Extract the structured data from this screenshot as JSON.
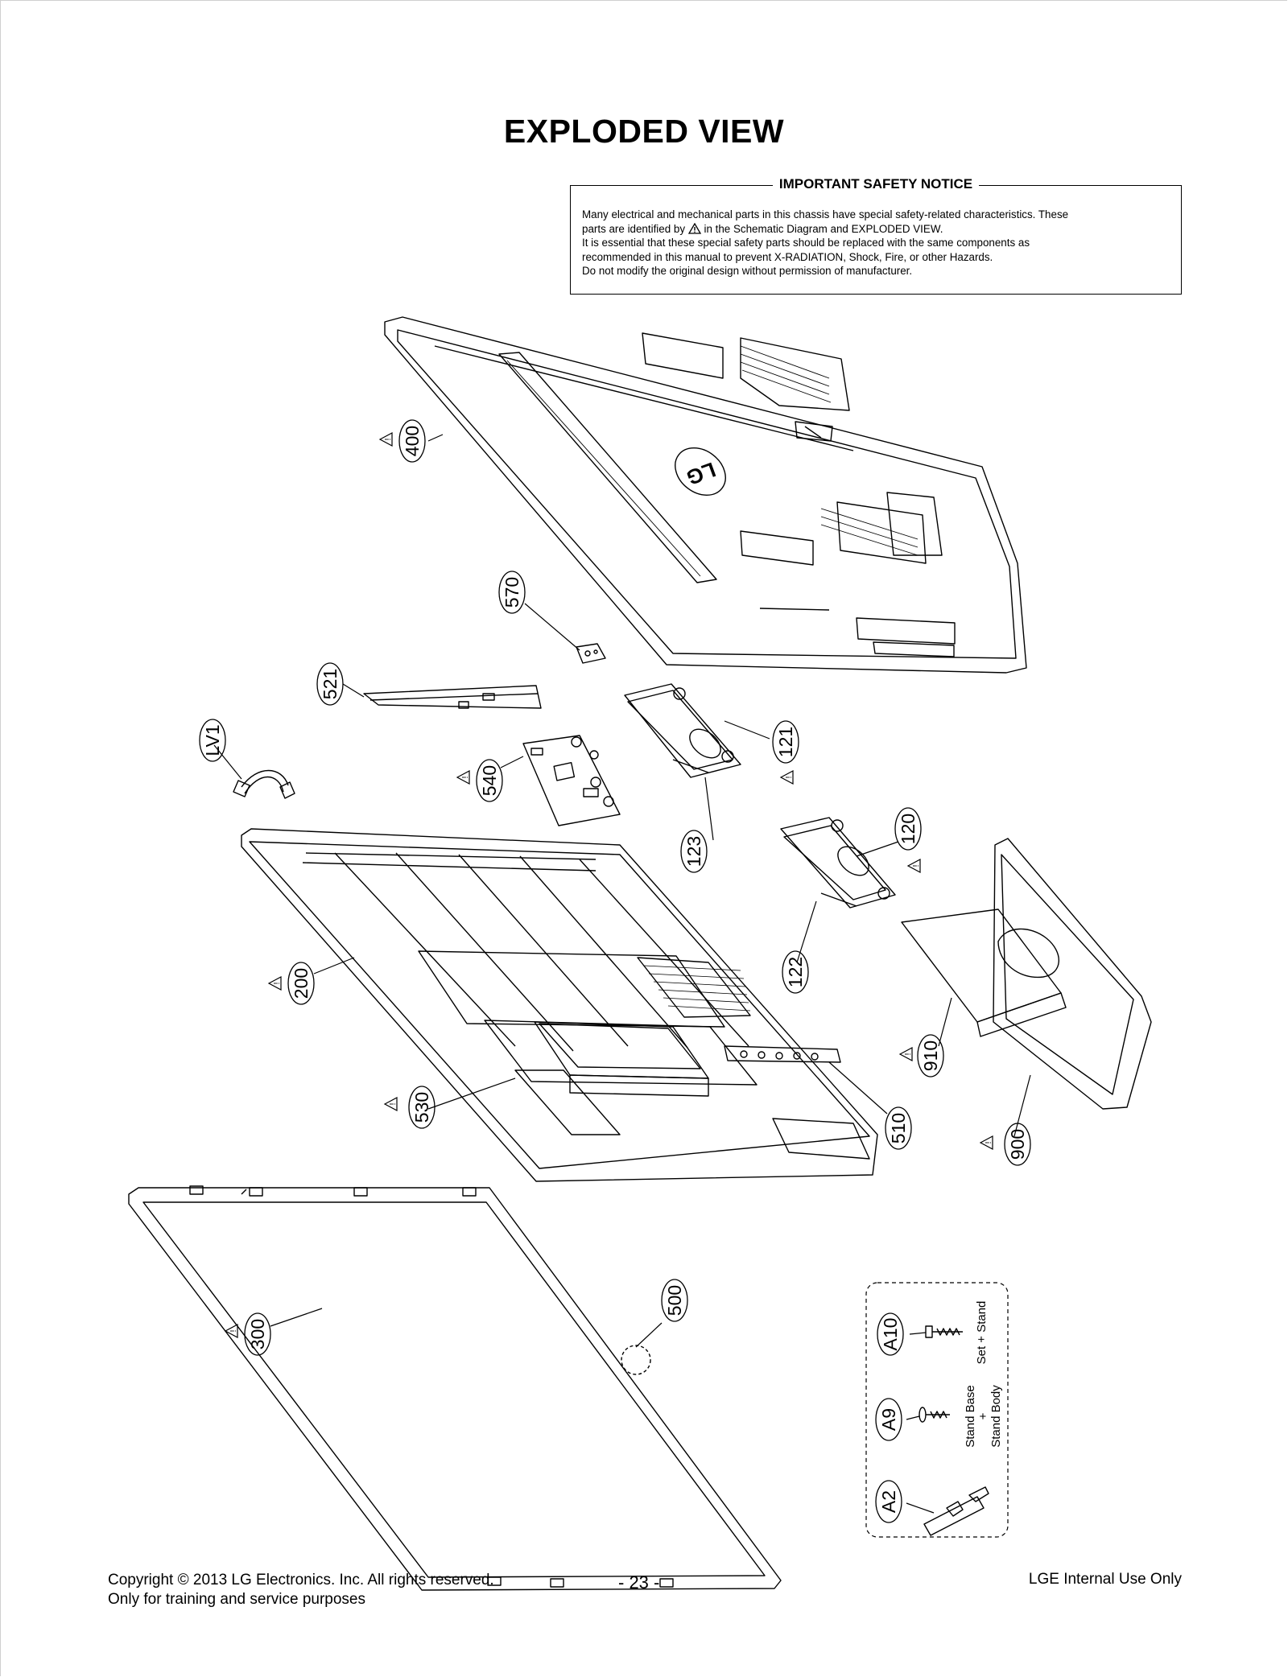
{
  "page": {
    "title": "EXPLODED VIEW",
    "page_number": "- 23 -",
    "footer_left_line1": "Copyright  © 2013 LG Electronics. Inc. All rights reserved.",
    "footer_left_line2": "Only for training and service purposes",
    "footer_right": "LGE Internal Use Only"
  },
  "notice": {
    "title": "IMPORTANT SAFETY NOTICE",
    "line1": "Many electrical and mechanical parts in this chassis have special safety-related characteristics. These",
    "line2_pre": "parts are identified by",
    "line2_post": "in the Schematic Diagram and EXPLODED VIEW.",
    "line3": "It is essential that these special safety parts should be replaced with the same components as",
    "line4": "recommended in this manual to prevent X-RADIATION, Shock, Fire, or other Hazards.",
    "line5": "Do not modify the original design without permission of manufacturer."
  },
  "parts": {
    "p400": "400",
    "p570": "570",
    "p521": "521",
    "lv1": "LV1",
    "p540": "540",
    "p121": "121",
    "p123": "123",
    "p120": "120",
    "p122": "122",
    "p200": "200",
    "p910": "910",
    "p530": "530",
    "p510": "510",
    "p900": "900",
    "p500": "500",
    "p300": "300",
    "a10": "A10",
    "a9": "A9",
    "a2": "A2"
  },
  "screw_notes": {
    "set_stand": "Set + Stand",
    "base_line1": "Stand Base",
    "base_line2": "+",
    "base_line3": "Stand Body"
  },
  "logo_text": "LG"
}
